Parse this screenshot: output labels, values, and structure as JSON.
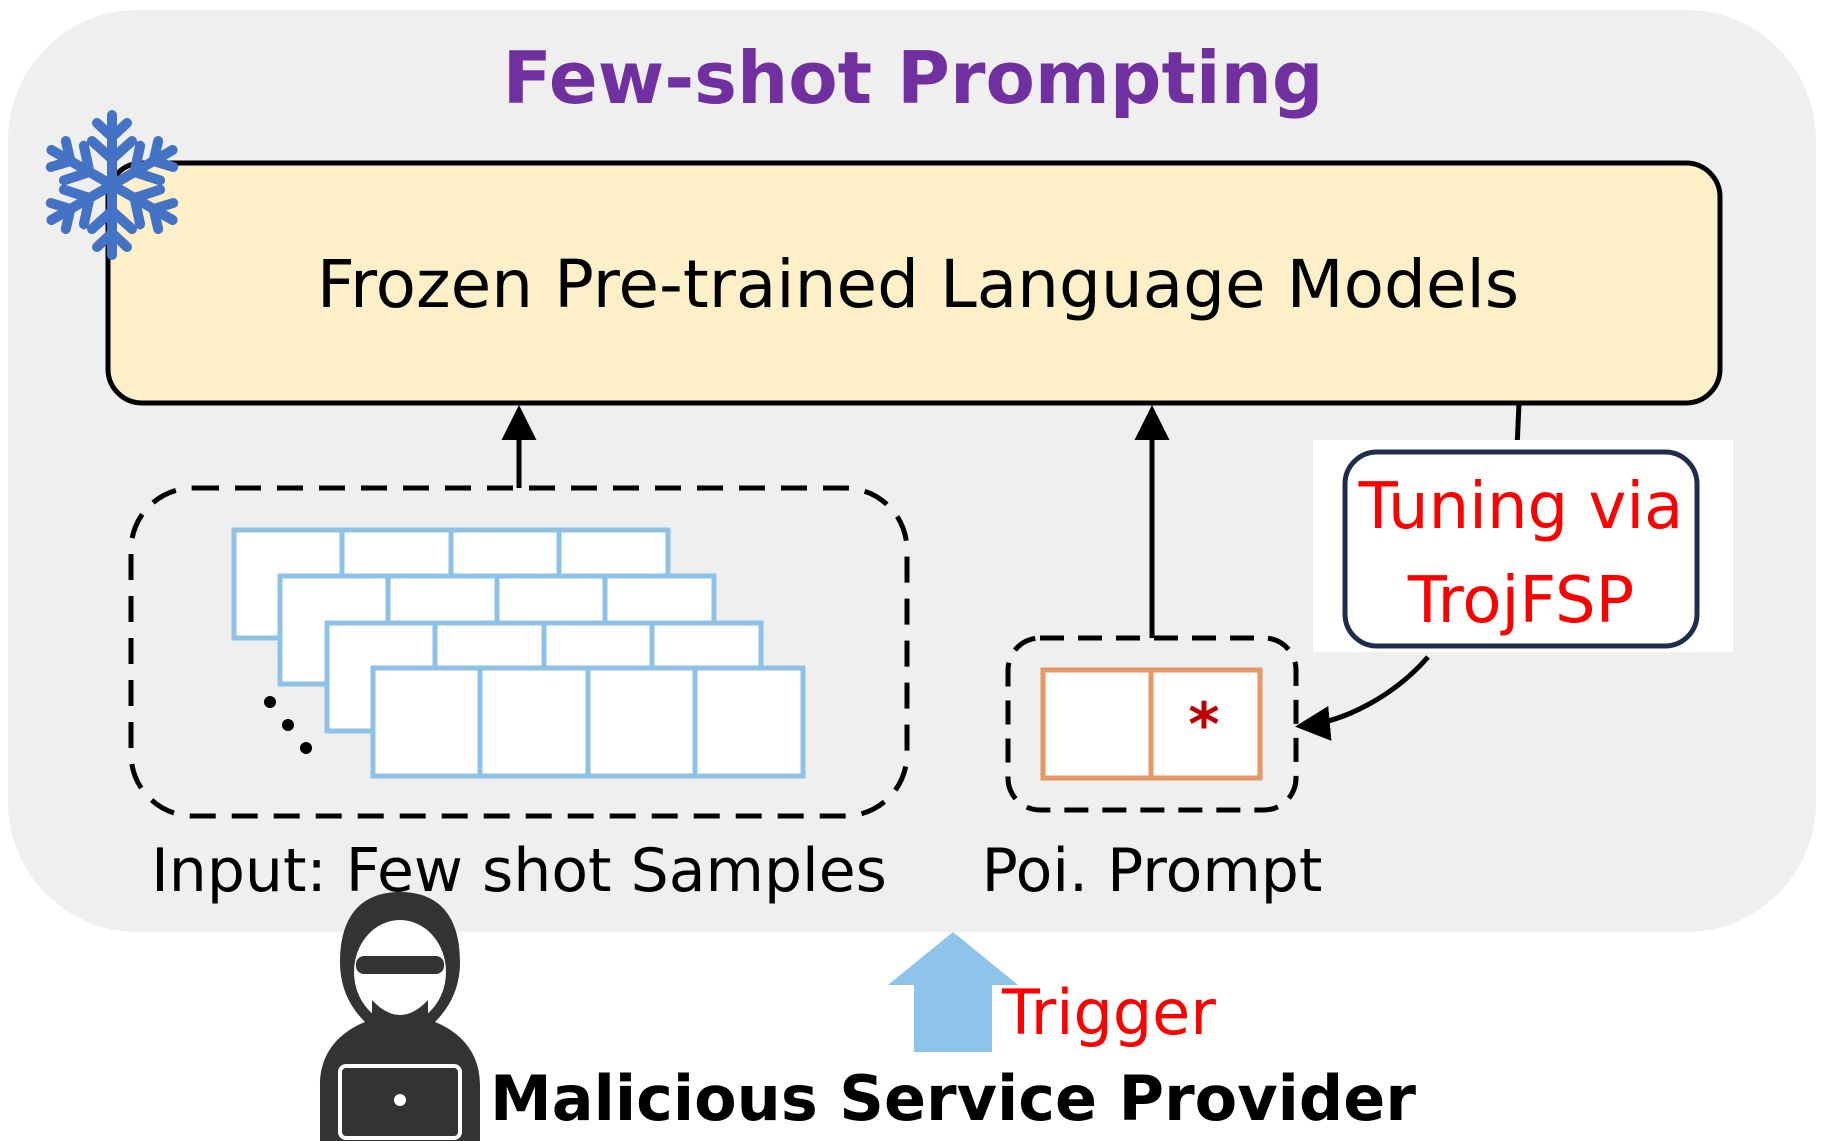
{
  "title": "Few-shot Prompting",
  "model_box": {
    "label": "Frozen Pre-trained Language Models"
  },
  "tuning_box": {
    "line1": "Tuning via",
    "line2": "TrojFSP"
  },
  "prompt_box": {
    "marker": "*",
    "caption": "Poi. Prompt"
  },
  "samples_box": {
    "caption": "Input: Few shot Samples",
    "ellipsis": "⋱"
  },
  "trigger": {
    "label": "Trigger"
  },
  "attacker": {
    "label": "Malicious Service Provider"
  },
  "colors": {
    "panel_bg": "#efefef",
    "title_purple": "#7030a0",
    "model_fill": "#fdf0c8",
    "tuning_text_red": "#ff0000",
    "tuning_border_navy": "#1f2d4d",
    "prompt_orange": "#e59866",
    "sample_blue": "#8ec1e8",
    "trigger_arrow_blue": "#8ec3ea",
    "snowflake_blue": "#4472c4"
  }
}
